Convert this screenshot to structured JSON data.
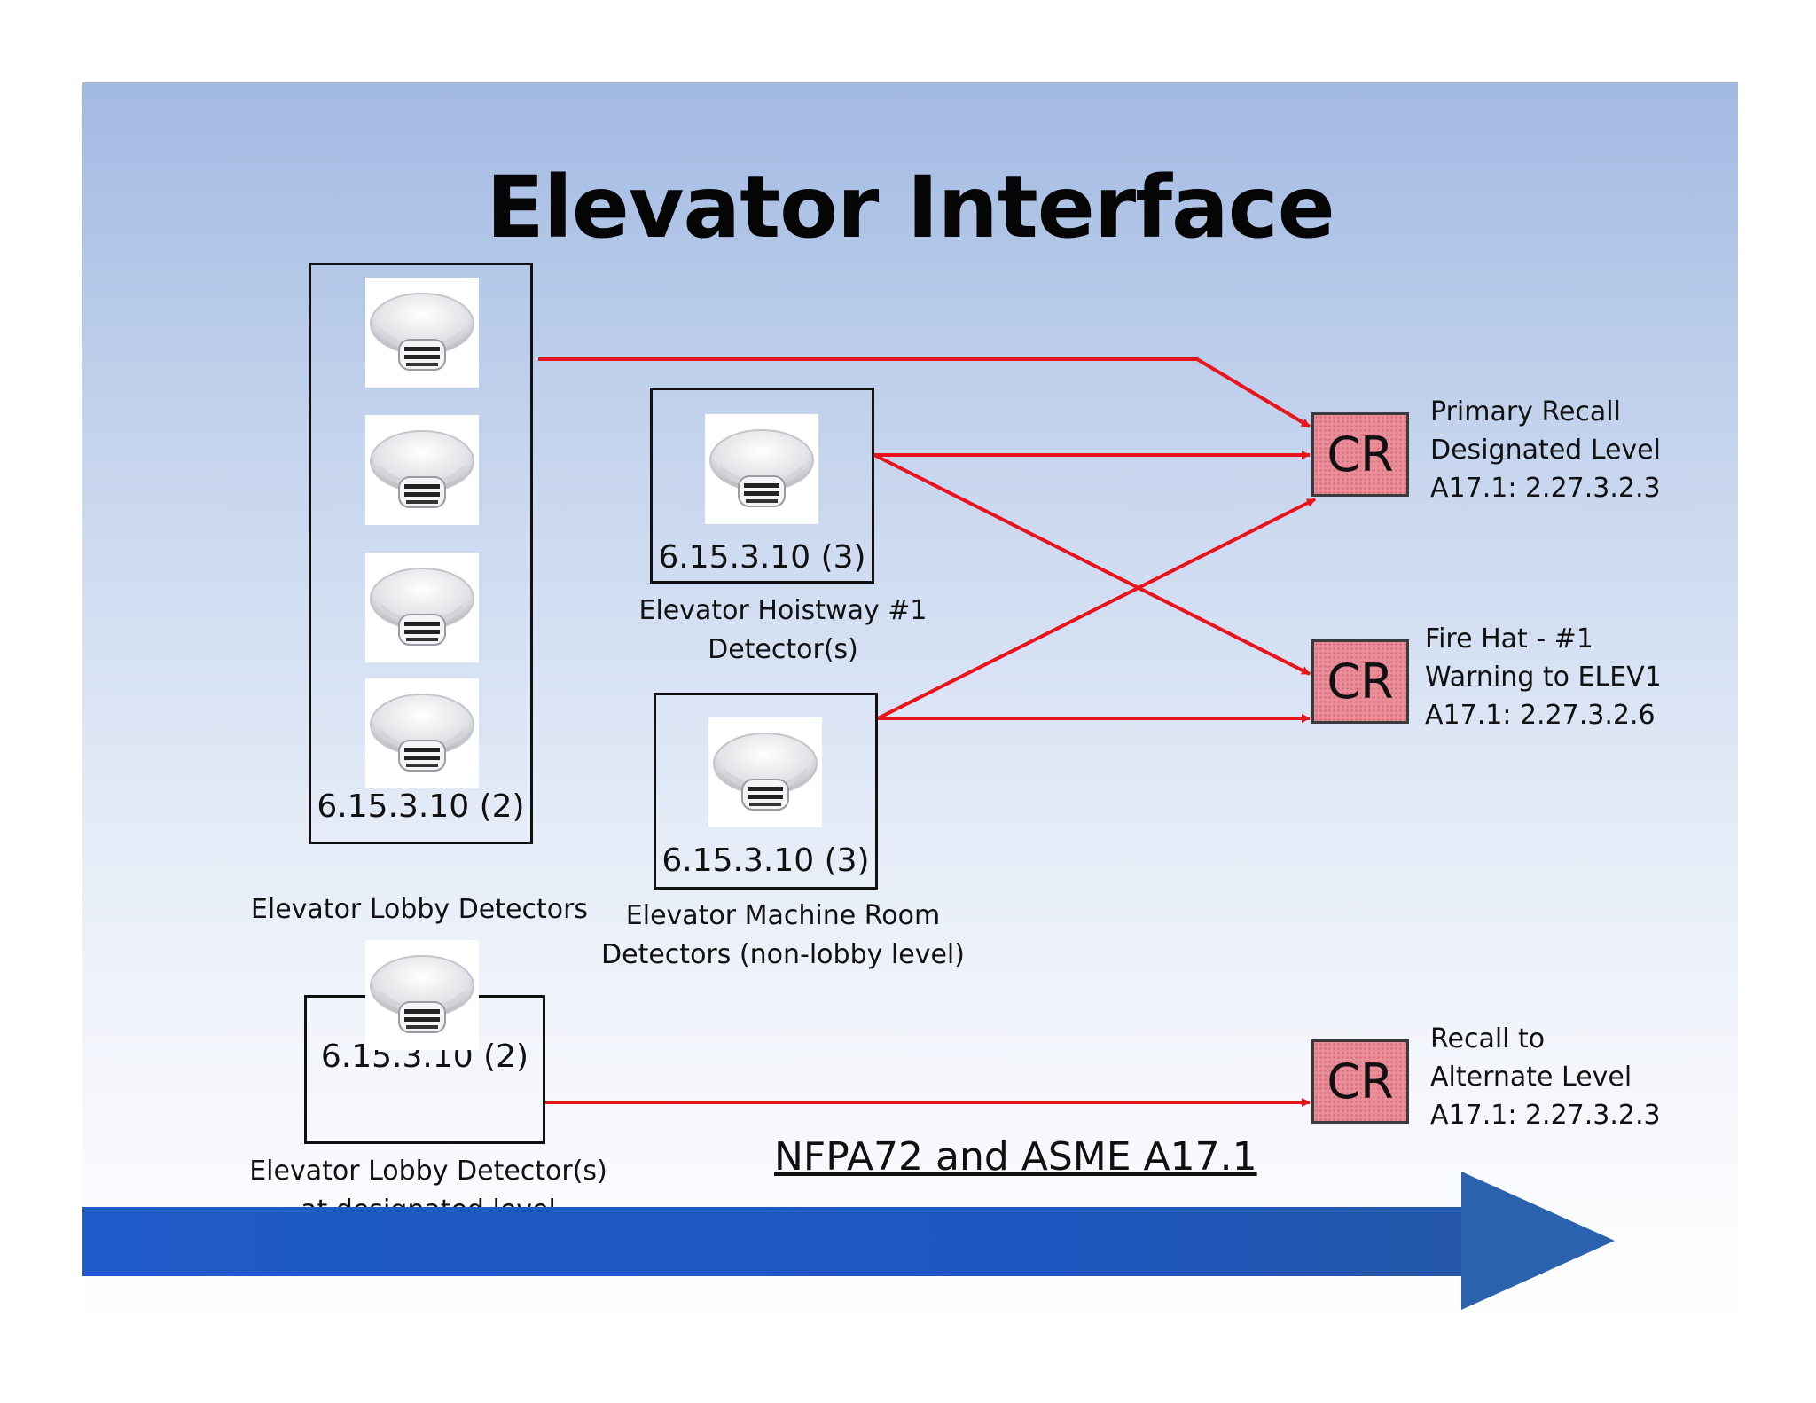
{
  "title": "Elevator Interface",
  "footer_label": "NFPA72 and ASME A17.1",
  "groups": {
    "lobby": {
      "code": "6.15.3.10 (2)",
      "caption": "Elevator Lobby Detectors"
    },
    "hoistway": {
      "code": "6.15.3.10 (3)",
      "caption_line1": "Elevator Hoistway #1",
      "caption_line2": "Detector(s)"
    },
    "machine_room": {
      "code": "6.15.3.10 (3)",
      "caption_line1": "Elevator Machine Room",
      "caption_line2": "Detectors (non-lobby level)"
    },
    "designated": {
      "code": "6.15.3.10 (2)",
      "caption_line1": "Elevator Lobby Detector(s)",
      "caption_line2": "at designated level"
    }
  },
  "relays": [
    {
      "label": "CR",
      "line1": "Primary Recall",
      "line2": "Designated Level",
      "line3": "A17.1: 2.27.3.2.3"
    },
    {
      "label": "CR",
      "line1": "Fire Hat - #1",
      "line2": "Warning to ELEV1",
      "line3": "A17.1: 2.27.3.2.6"
    },
    {
      "label": "CR",
      "line1": "Recall to",
      "line2": "Alternate Level",
      "line3": "A17.1: 2.27.3.2.3"
    }
  ],
  "colors": {
    "connector": "#e8141c",
    "relay_fill": "#e98d99",
    "footer_bar": "#1f5bc8"
  },
  "icons": {
    "detector": "smoke-detector-icon"
  }
}
